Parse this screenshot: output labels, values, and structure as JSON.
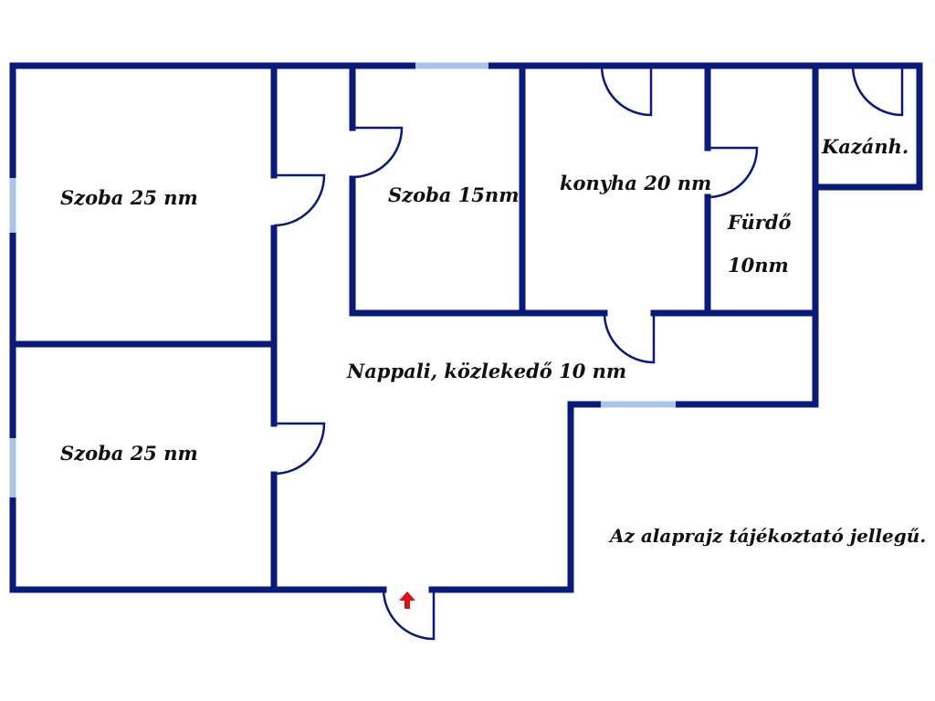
{
  "colors": {
    "wall": "#0a1a78",
    "window": "#a9c4e4",
    "entrance_arrow": "#d81414"
  },
  "rooms": {
    "szoba_a": "Szoba 25 nm",
    "szoba_b": "Szoba 15nm",
    "konyha": "konyha 20 nm",
    "furdo_line1": "Fürdő",
    "furdo_line2": "10nm",
    "kazan": "Kazánh.",
    "nappali": "Nappali, közlekedő 10 nm",
    "szoba_c": "Szoba 25 nm"
  },
  "note": "Az alaprajz tájékoztató jellegű."
}
